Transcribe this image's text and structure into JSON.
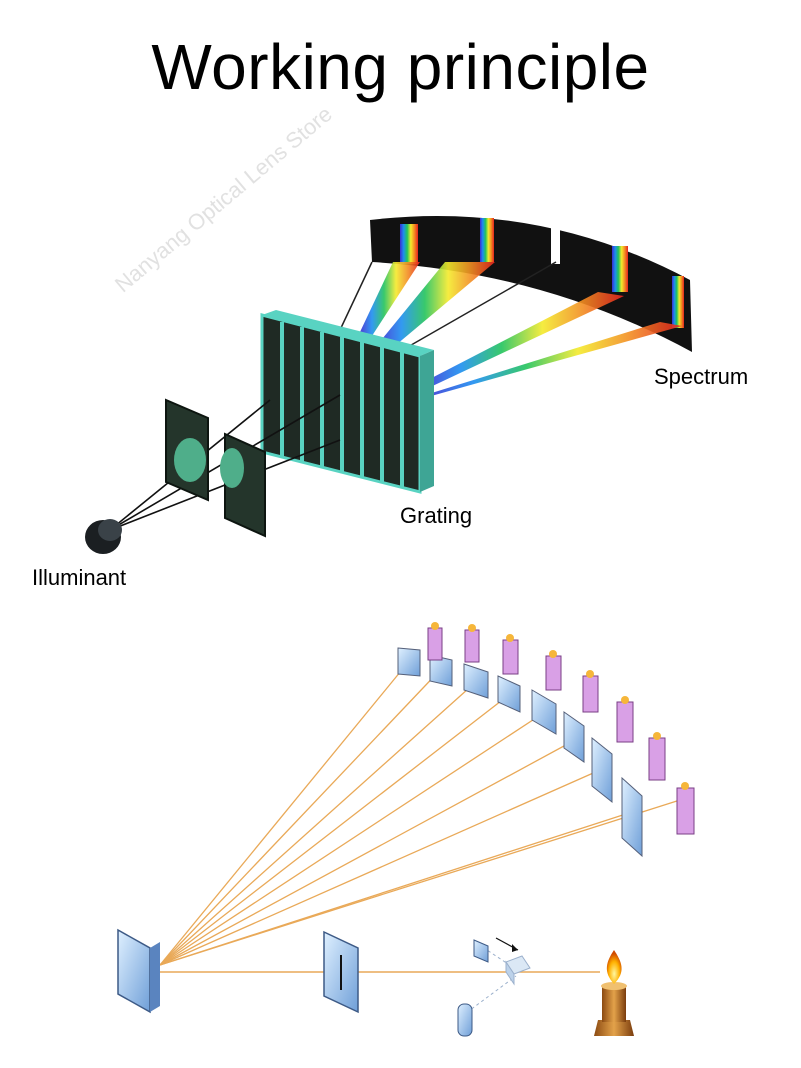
{
  "title": "Working principle",
  "labels": {
    "spectrum": "Spectrum",
    "grating": "Grating",
    "illuminant": "Illuminant"
  },
  "watermark": "Nanyang Optical Lens Store",
  "colors": {
    "grating_face": "#1f2a24",
    "grating_slit": "#59d3c2",
    "panel": "#24352b",
    "panel_spot": "#4fae8a",
    "ray": "#e9a958",
    "detector_body": "#d9a0e6",
    "optic_glass": "#9fc8ee"
  }
}
